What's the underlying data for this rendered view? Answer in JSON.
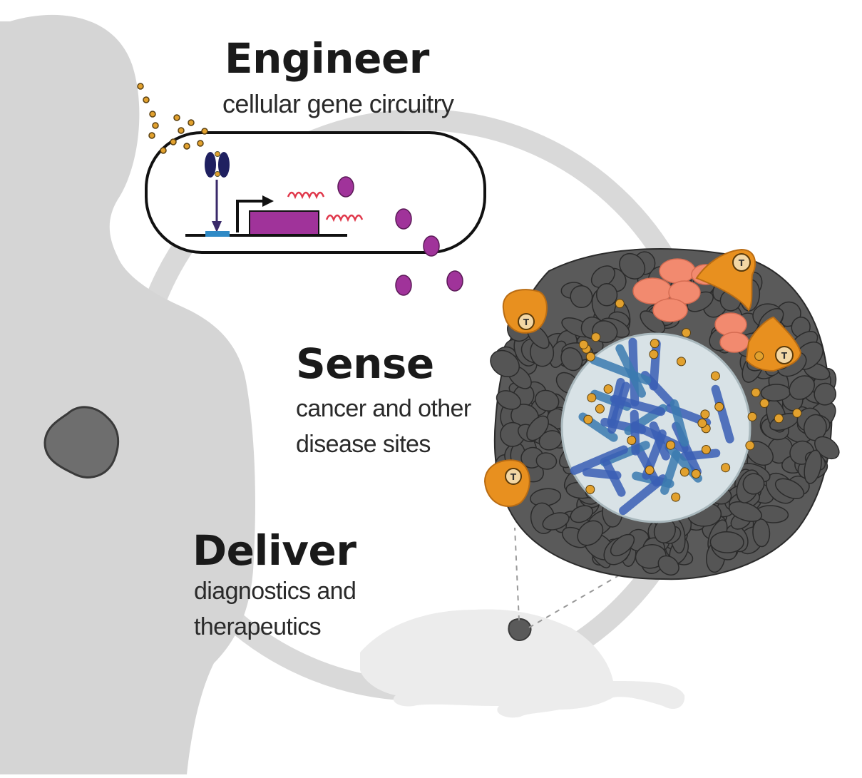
{
  "stages": {
    "engineer": {
      "title": "Engineer",
      "subtitle": "cellular gene circuitry"
    },
    "sense": {
      "title": "Sense",
      "subtitle": "cancer and other disease sites"
    },
    "deliver": {
      "title": "Deliver",
      "subtitle": "diagnostics and therapeutics"
    }
  },
  "icons": {
    "human": "human-silhouette-icon",
    "mouse": "mouse-silhouette-icon",
    "bacterium": "engineered-bacterium-icon",
    "tumor": "tumor-cross-section-icon",
    "t_cell_label": "T"
  },
  "colors": {
    "silhouette": "#d5d5d5",
    "cycle_ring": "#d9d9d9",
    "tumor_cells": "#555555",
    "tumor_cell_edge": "#2b2b2b",
    "core": "#d8e2e6",
    "bacteria": "#3a5fb5",
    "bacteria_alt": "#3b7bb0",
    "t_cells": "#e8901f",
    "payload_dots": "#e2a12e",
    "released_protein": "#a0339a",
    "gene_box": "#a0339a",
    "mrna": "#e0384b",
    "receptor": "#1f2060",
    "pink_cells": "#f28a6f"
  }
}
